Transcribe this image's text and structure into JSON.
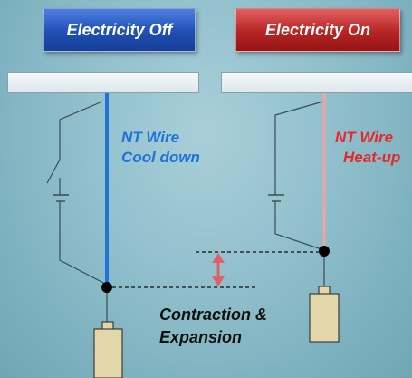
{
  "left_state": {
    "label": "Electricity Off",
    "color": "#2557c2"
  },
  "right_state": {
    "label": "Electricity On",
    "color": "#c02a2a"
  },
  "left_wire": {
    "line1": "NT Wire",
    "line2": "Cool down",
    "color": "#1e74d8"
  },
  "right_wire": {
    "line1": "NT Wire",
    "line2": "Heat-up",
    "color": "#e8262b",
    "wire_color": "#f1a3a3"
  },
  "caption": {
    "line1": "Contraction &",
    "line2": "Expansion"
  },
  "arrow_color": "#e0606a"
}
